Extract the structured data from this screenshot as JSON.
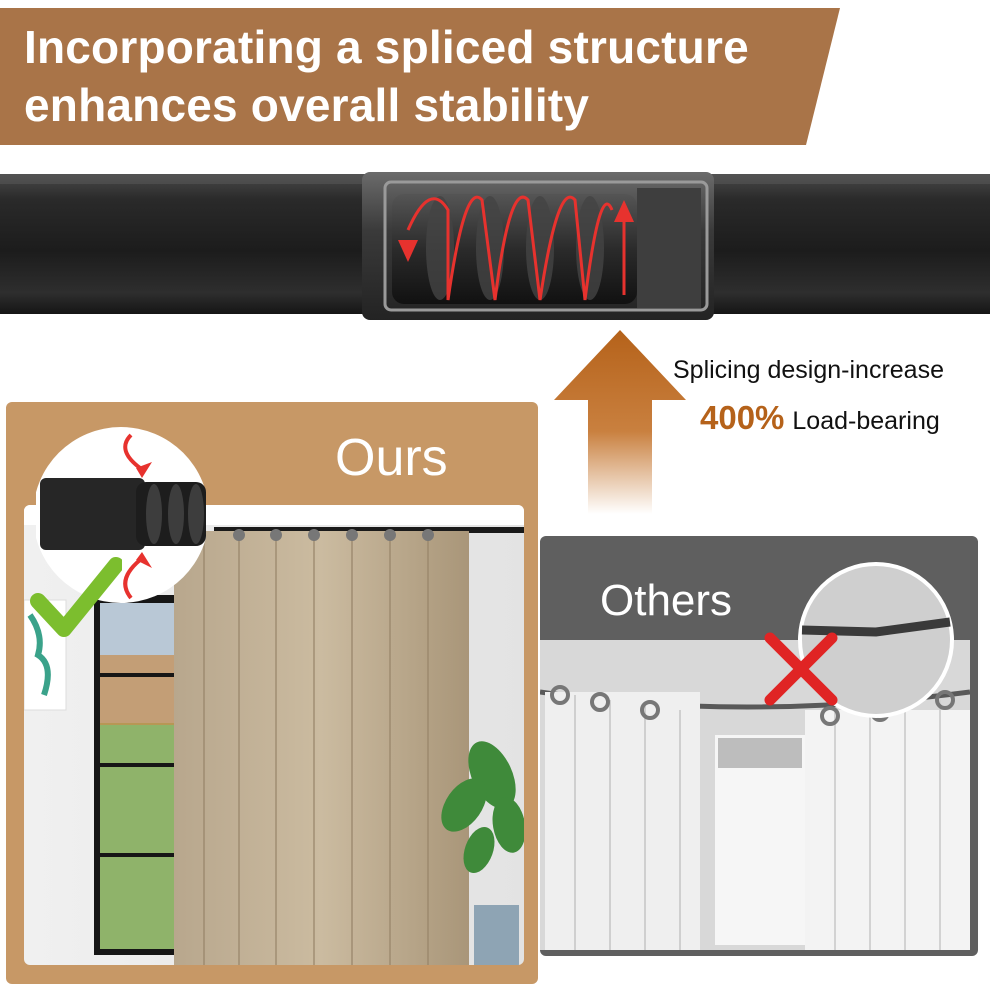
{
  "banner": {
    "line1": "Incorporating a spliced structure",
    "line2": "enhances overall stability",
    "color": "#a97448"
  },
  "callout": {
    "text1": "Splicing design-increase",
    "percent": "400%",
    "text2": "Load-bearing",
    "accent": "#b5621a"
  },
  "ours": {
    "title": "Ours"
  },
  "others": {
    "title": "Others"
  }
}
